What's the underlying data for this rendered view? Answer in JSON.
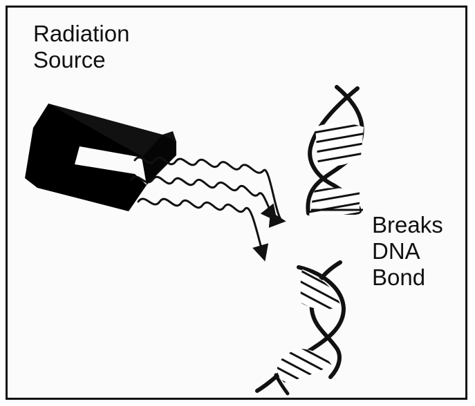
{
  "labels": {
    "source_line1": "Radiation",
    "source_line2": "Source",
    "break_line1": "Breaks",
    "break_line2": "DNA",
    "break_line3": "Bond"
  },
  "colors": {
    "ink": "#111111",
    "background": "#fbfbfb",
    "shadow": "#000000"
  },
  "icons": {
    "source": "radiation-source-magnet",
    "waves": "wavy-radiation-arrow",
    "dna": "dna-double-helix"
  }
}
